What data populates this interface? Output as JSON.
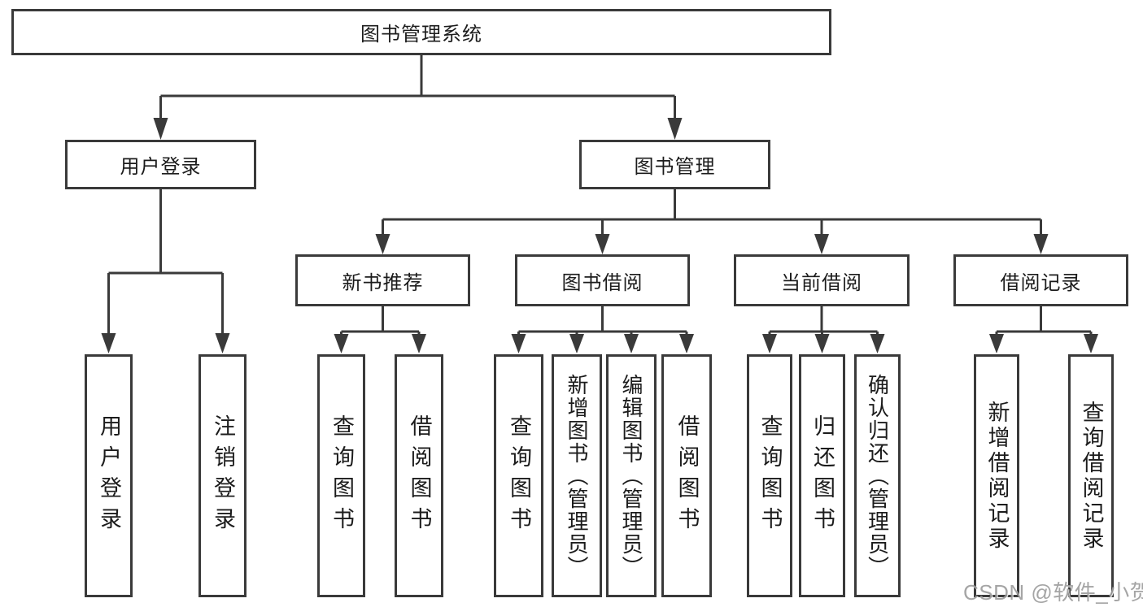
{
  "palette": {
    "line": "#3a3a3a",
    "box_background": "#ffffff",
    "text": "#1c1c1c",
    "watermark_text": "#9c9c9c"
  },
  "nodes": {
    "root": {
      "label": "图书管理系统"
    },
    "user_login": {
      "label": "用户登录"
    },
    "book_mgmt": {
      "label": "图书管理"
    },
    "new_books": {
      "label": "新书推荐"
    },
    "book_borrow": {
      "label": "图书借阅"
    },
    "current_borrow": {
      "label": "当前借阅"
    },
    "borrow_records": {
      "label": "借阅记录"
    }
  },
  "leaves": [
    {
      "label": "用户登录"
    },
    {
      "label": "注销登录"
    },
    {
      "label": "查询图书"
    },
    {
      "label": "借阅图书"
    },
    {
      "label": "查询图书"
    },
    {
      "label": "新增图书（管理员）"
    },
    {
      "label": "编辑图书（管理员）"
    },
    {
      "label": "借阅图书"
    },
    {
      "label": "查询图书"
    },
    {
      "label": "归还图书"
    },
    {
      "label": "确认归还（管理员）"
    },
    {
      "label": "新增借阅记录"
    },
    {
      "label": "查询借阅记录"
    }
  ],
  "watermark": {
    "text": "CSDN @软件_小贺同学"
  }
}
